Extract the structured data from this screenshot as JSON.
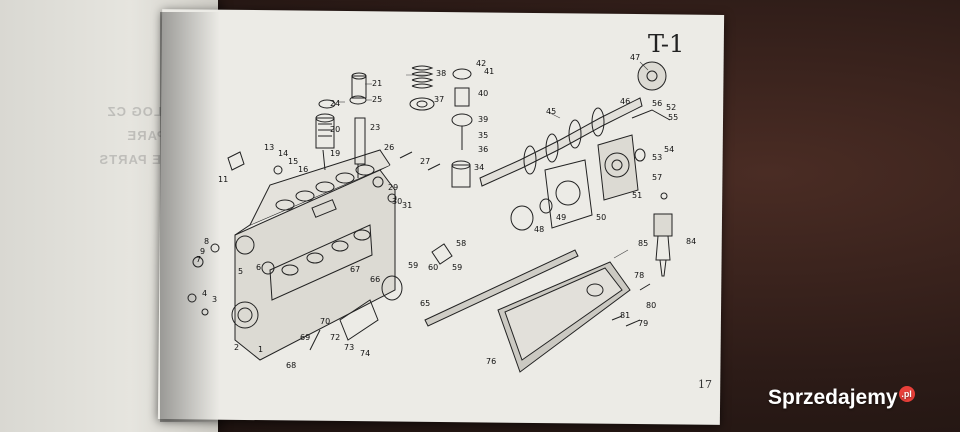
{
  "left_page": {
    "mirrored_text": [
      "KATALOG CZ",
      "OF SPARE",
      "SPARE PARTS"
    ]
  },
  "sheet": {
    "label": "T-1",
    "page_number": "17"
  },
  "callouts": [
    {
      "id": "c1",
      "text": "1"
    },
    {
      "id": "c2",
      "text": "2"
    },
    {
      "id": "c3",
      "text": "3"
    },
    {
      "id": "c4",
      "text": "4"
    },
    {
      "id": "c5",
      "text": "5"
    },
    {
      "id": "c6",
      "text": "6"
    },
    {
      "id": "c7",
      "text": "7"
    },
    {
      "id": "c8",
      "text": "8"
    },
    {
      "id": "c9",
      "text": "9"
    },
    {
      "id": "c11",
      "text": "11"
    },
    {
      "id": "c13",
      "text": "13"
    },
    {
      "id": "c14",
      "text": "14"
    },
    {
      "id": "c15",
      "text": "15"
    },
    {
      "id": "c16",
      "text": "16"
    },
    {
      "id": "c19",
      "text": "19"
    },
    {
      "id": "c20",
      "text": "20"
    },
    {
      "id": "c21",
      "text": "21"
    },
    {
      "id": "c23",
      "text": "23"
    },
    {
      "id": "c24",
      "text": "24"
    },
    {
      "id": "c25",
      "text": "25"
    },
    {
      "id": "c26",
      "text": "26"
    },
    {
      "id": "c27",
      "text": "27"
    },
    {
      "id": "c29",
      "text": "29"
    },
    {
      "id": "c30",
      "text": "30"
    },
    {
      "id": "c31",
      "text": "31"
    },
    {
      "id": "c34",
      "text": "34"
    },
    {
      "id": "c35",
      "text": "35"
    },
    {
      "id": "c36",
      "text": "36"
    },
    {
      "id": "c37",
      "text": "37"
    },
    {
      "id": "c38",
      "text": "38"
    },
    {
      "id": "c39",
      "text": "39"
    },
    {
      "id": "c40",
      "text": "40"
    },
    {
      "id": "c41",
      "text": "41"
    },
    {
      "id": "c42",
      "text": "42"
    },
    {
      "id": "c45",
      "text": "45"
    },
    {
      "id": "c46",
      "text": "46"
    },
    {
      "id": "c47",
      "text": "47"
    },
    {
      "id": "c48",
      "text": "48"
    },
    {
      "id": "c49",
      "text": "49"
    },
    {
      "id": "c50",
      "text": "50"
    },
    {
      "id": "c51",
      "text": "51"
    },
    {
      "id": "c52",
      "text": "52"
    },
    {
      "id": "c53",
      "text": "53"
    },
    {
      "id": "c54",
      "text": "54"
    },
    {
      "id": "c55",
      "text": "55"
    },
    {
      "id": "c56",
      "text": "56"
    },
    {
      "id": "c57",
      "text": "57"
    },
    {
      "id": "c58",
      "text": "58"
    },
    {
      "id": "c59",
      "text": "59"
    },
    {
      "id": "c60",
      "text": "60"
    },
    {
      "id": "c59b",
      "text": "59"
    },
    {
      "id": "c65",
      "text": "65"
    },
    {
      "id": "c66",
      "text": "66"
    },
    {
      "id": "c67",
      "text": "67"
    },
    {
      "id": "c68",
      "text": "68"
    },
    {
      "id": "c69",
      "text": "69"
    },
    {
      "id": "c70",
      "text": "70"
    },
    {
      "id": "c72",
      "text": "72"
    },
    {
      "id": "c73",
      "text": "73"
    },
    {
      "id": "c74",
      "text": "74"
    },
    {
      "id": "c76",
      "text": "76"
    },
    {
      "id": "c78",
      "text": "78"
    },
    {
      "id": "c79",
      "text": "79"
    },
    {
      "id": "c80",
      "text": "80"
    },
    {
      "id": "c81",
      "text": "81"
    },
    {
      "id": "c84",
      "text": "84"
    },
    {
      "id": "c85",
      "text": "85"
    }
  ],
  "watermark": {
    "text": "Sprzedajemy",
    "badge": ".pl"
  }
}
